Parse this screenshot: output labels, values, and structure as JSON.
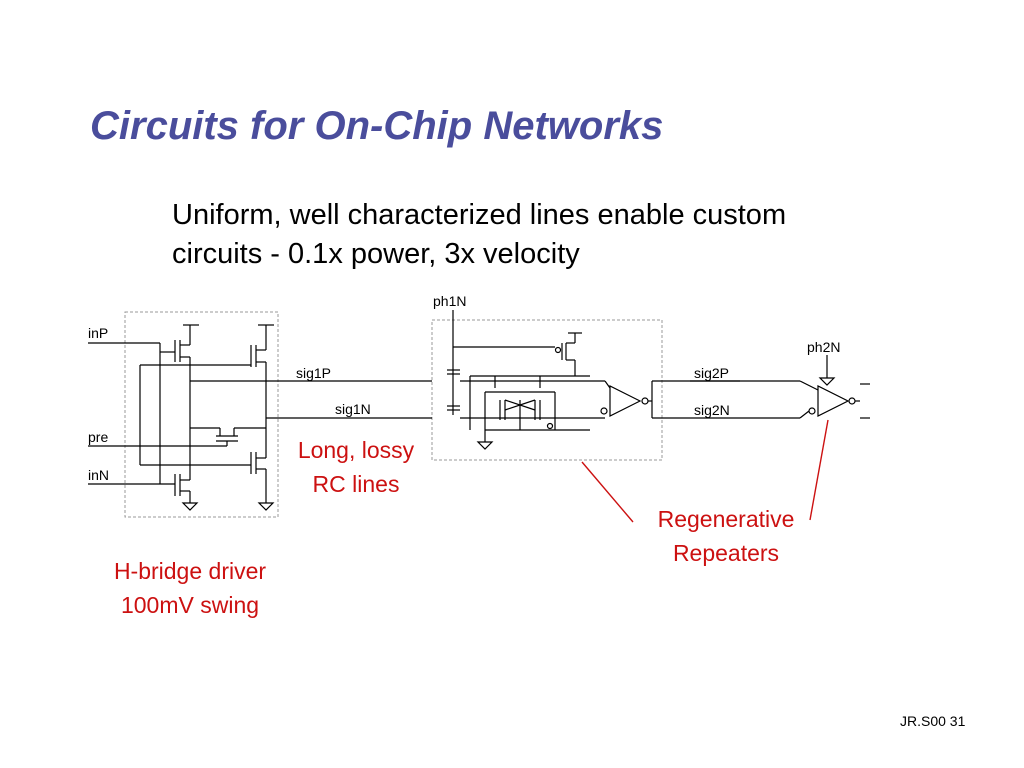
{
  "slide": {
    "title": "Circuits for On-Chip Networks",
    "subtitle_lines": [
      "Uniform, well characterized lines enable custom",
      "circuits - 0.1x power, 3x velocity"
    ],
    "footer": "JR.S00 31"
  },
  "diagram": {
    "signals": {
      "inP": "inP",
      "pre": "pre",
      "inN": "inN",
      "sig1P": "sig1P",
      "sig1N": "sig1N",
      "ph1N": "ph1N",
      "sig2P": "sig2P",
      "sig2N": "sig2N",
      "ph2N": "ph2N"
    },
    "annotations": {
      "rc_lines": [
        "Long, lossy",
        "RC lines"
      ],
      "repeaters": [
        "Regenerative",
        "Repeaters"
      ],
      "driver": [
        "H-bridge driver",
        "100mV swing"
      ]
    },
    "colors": {
      "title": "#4a4d9c",
      "annotation": "#cc1111",
      "dashed_box": "#999999"
    }
  }
}
